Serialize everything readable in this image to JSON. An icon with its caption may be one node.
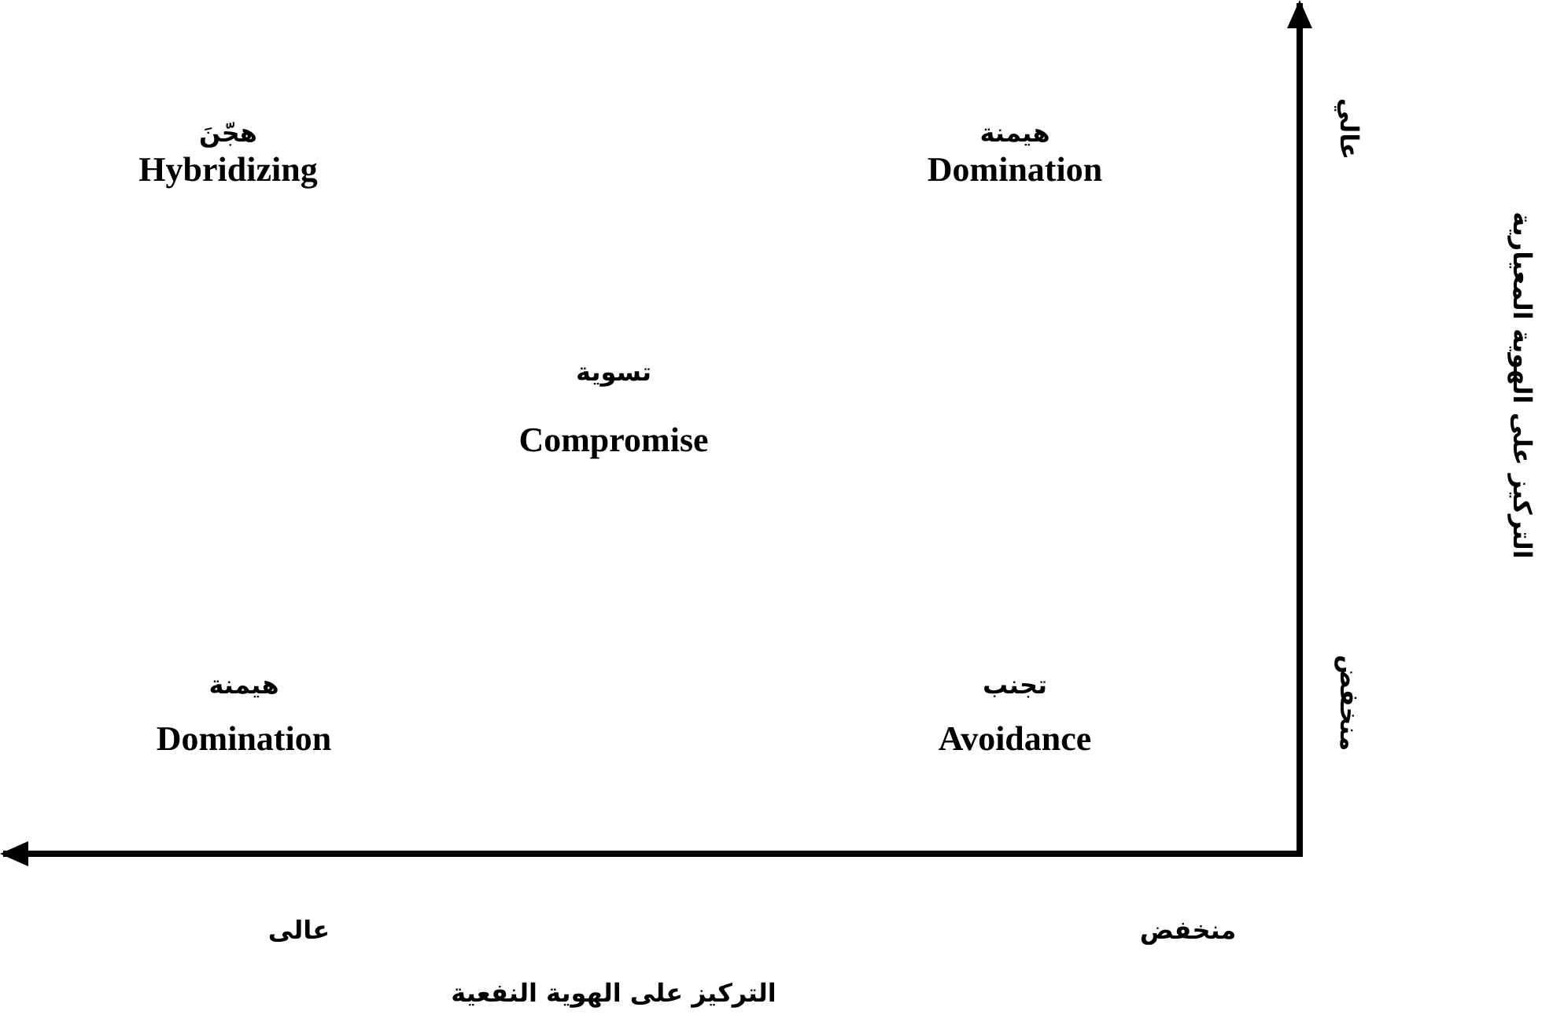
{
  "diagram": {
    "labels": [
      "هجّنَ",
      "Hybridizing",
      "هيمنة",
      "Domination",
      "عالي",
      "التركيز على الهوية المعيارية",
      "تسوية",
      "Compromise",
      "هيمنة",
      "Domination",
      "تجنب",
      "Avoidance",
      "منخفض",
      "عالى",
      "منخفض",
      "التركيز على الهوية النفعية"
    ]
  }
}
